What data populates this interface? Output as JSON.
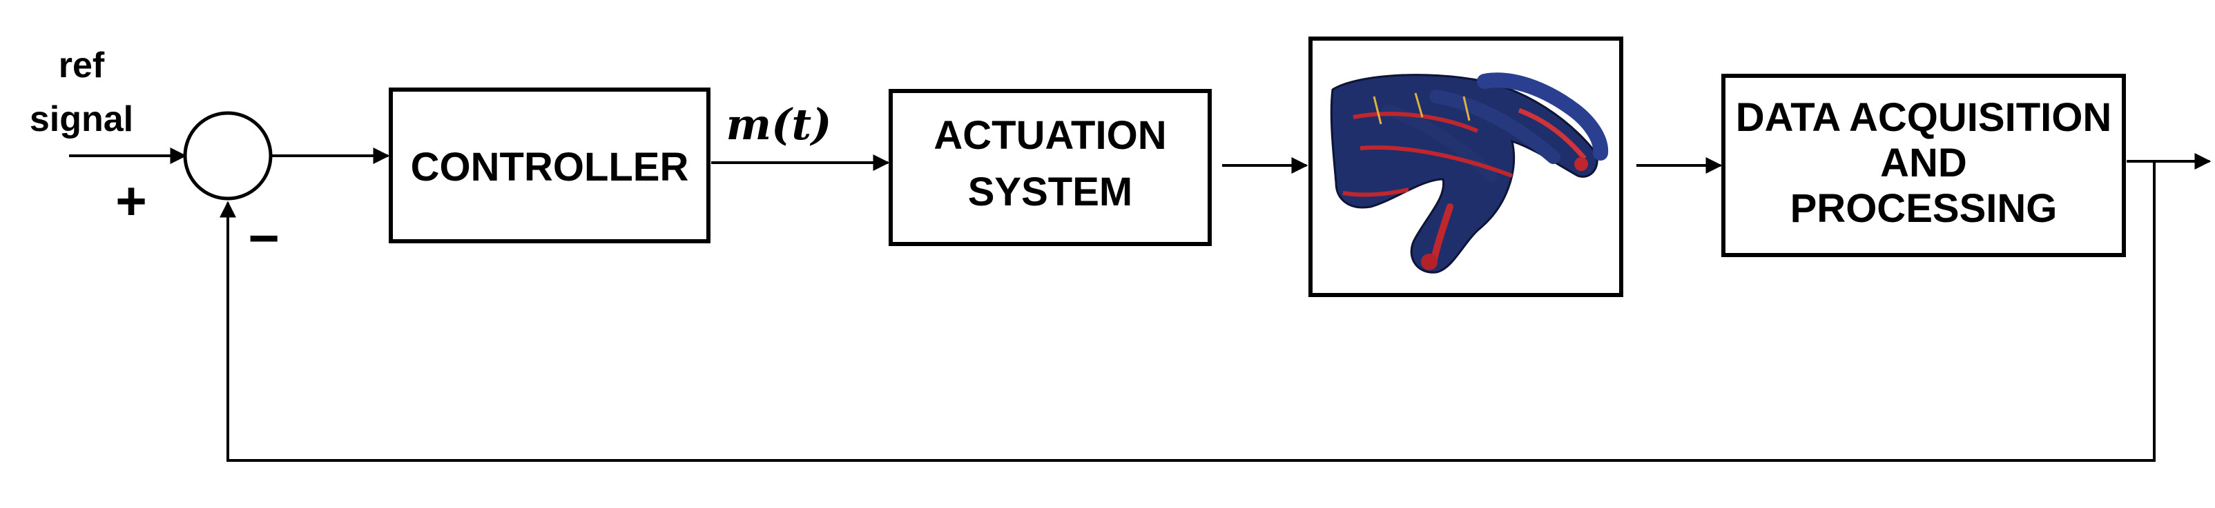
{
  "input": {
    "line1": "ref",
    "line2": "signal"
  },
  "summing": {
    "plus": "+",
    "minus": "−"
  },
  "controller": {
    "label": "CONTROLLER"
  },
  "signal": {
    "label": "m(t)"
  },
  "actuation": {
    "line1": "ACTUATION",
    "line2": "SYSTEM"
  },
  "plant": {
    "image": "hand-glove-icon"
  },
  "daq": {
    "line1": "DATA ACQUISITION",
    "line2": "AND",
    "line3": "PROCESSING"
  }
}
